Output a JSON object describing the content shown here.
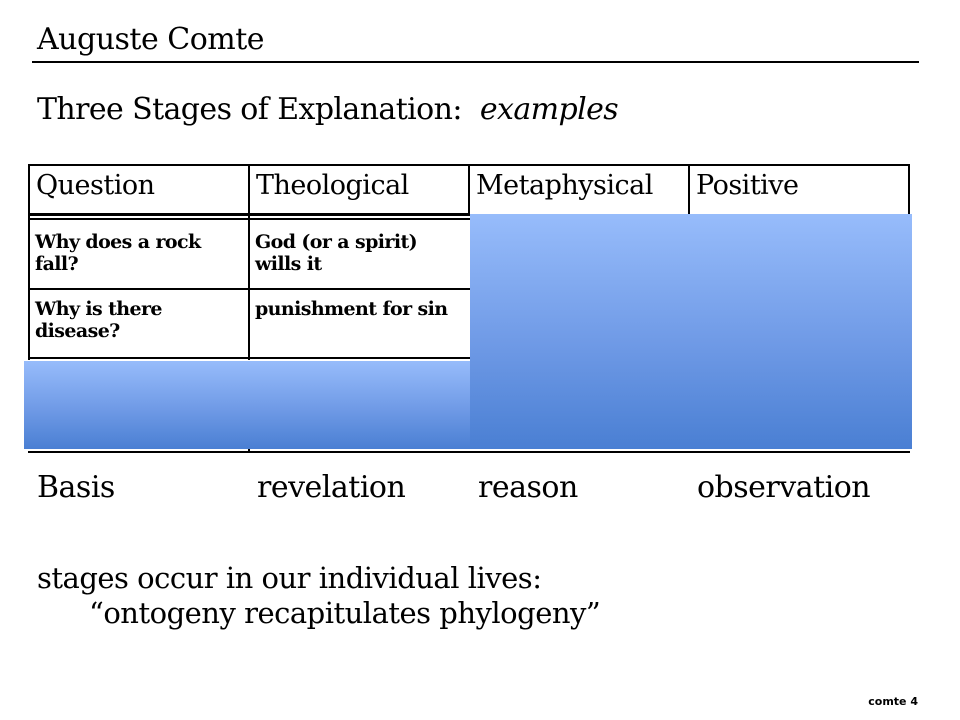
{
  "slide": {
    "title": "Auguste Comte",
    "subtitle_main": "Three Stages of Explanation:",
    "subtitle_italic": "examples",
    "table": {
      "headers": [
        "Question",
        "Theological",
        "Metaphysical",
        "Positive"
      ],
      "rows": [
        [
          "Why does a rock fall?",
          "God (or a spirit) wills it"
        ],
        [
          "Why is there disease?",
          "punishment for sin"
        ]
      ],
      "basis": [
        "Basis",
        "revelation",
        "reason",
        "observation"
      ]
    },
    "note_line1": "stages occur in our individual lives:",
    "note_line2": "“ontogeny recapitulates phylogeny”",
    "page_number": "comte 4"
  }
}
